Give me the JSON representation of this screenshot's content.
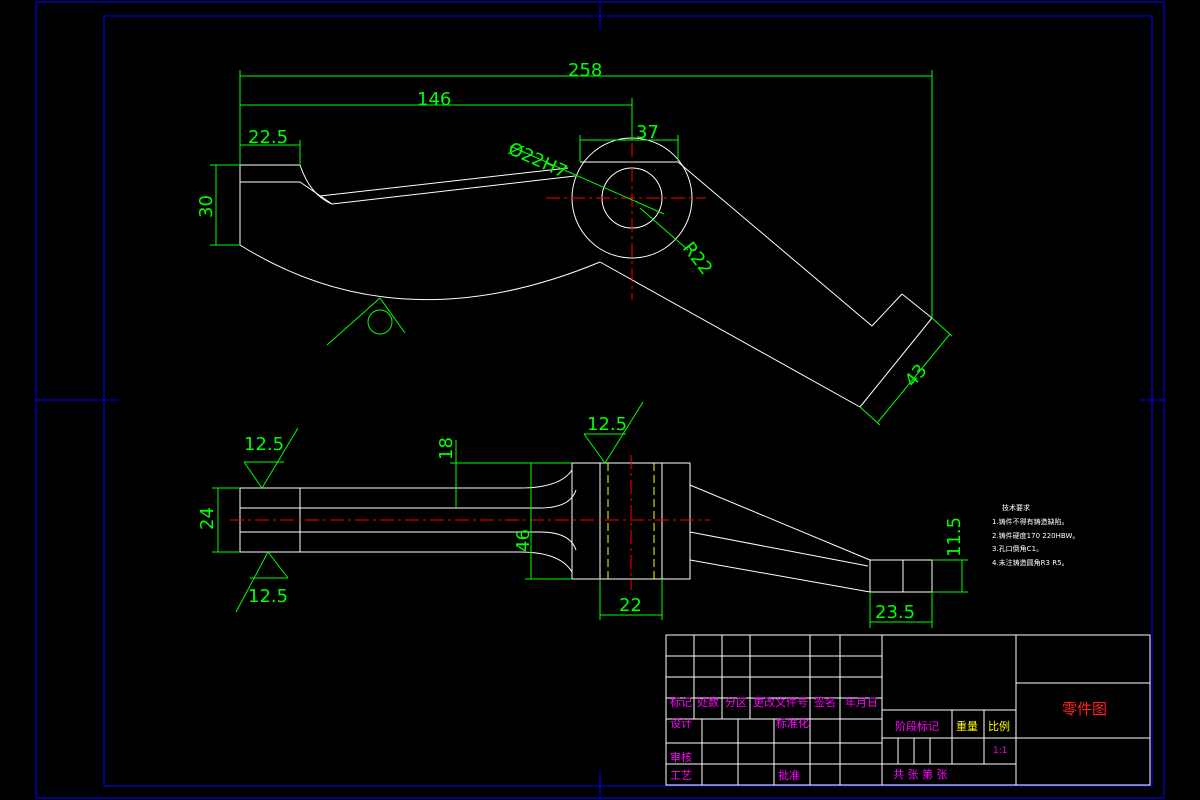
{
  "colors": {
    "background": "#000000",
    "outline": "#ffffff",
    "dimension": "#00ff00",
    "centerline": "#ff0000",
    "border": "#0000ff",
    "title_block_lines": "#ffffff",
    "title_block_text": "#ff00ff",
    "title_block_text_yellow": "#ffff00",
    "drawing_name": "#ff2020"
  },
  "dimensions": {
    "top_view": {
      "overall_length": "258",
      "hole_center": "146",
      "left_width": "22.5",
      "boss_width": "37",
      "bore": "Ø22H7",
      "left_height": "30",
      "boss_radius": "R22",
      "foot_width": "43"
    },
    "bottom_view": {
      "roughness_top_left": "12.5",
      "roughness_bottom_left": "12.5",
      "roughness_hub": "12.5",
      "arm_offset": "18",
      "arm_thickness": "24",
      "hub_height": "46",
      "hub_width": "22",
      "foot_height": "11.5",
      "foot_length": "23.5"
    }
  },
  "technical_requirements": {
    "title": "技术要求",
    "items": [
      "1.铸件不得有铸造缺陷。",
      "2.铸件硬度170 220HBW。",
      "3.孔口倒角C1。",
      "4.未注铸造圆角R3 R5。"
    ]
  },
  "title_block": {
    "header_labels": [
      "标记",
      "处数",
      "分区",
      "更改文件号",
      "签名",
      "年月日"
    ],
    "design": "设计",
    "standardization": "标准化",
    "review": "审核",
    "process": "工艺",
    "approve": "批准",
    "stage_mark": "阶段标记",
    "weight": "重量",
    "scale": "比例",
    "scale_value": "1:1",
    "sheets": "共    张  第    张",
    "drawing_name": "零件图"
  }
}
